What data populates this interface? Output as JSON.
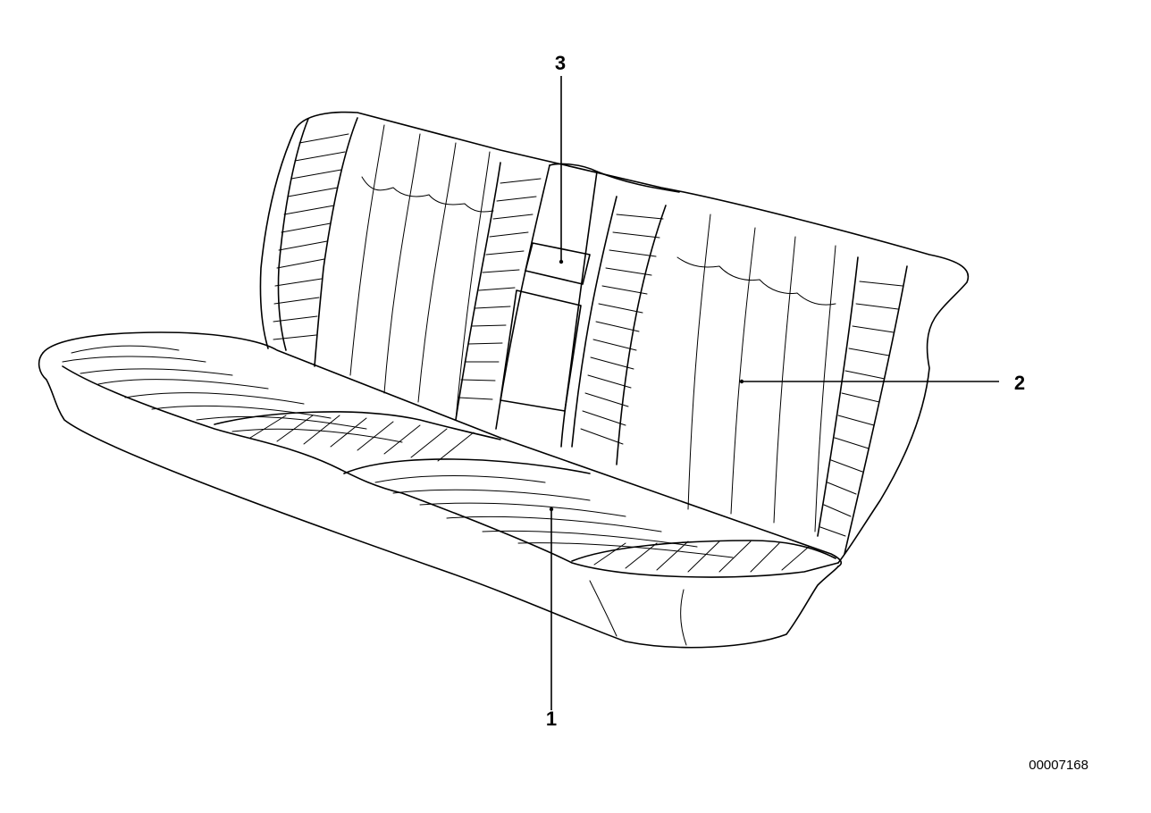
{
  "diagram": {
    "callouts": [
      {
        "id": "1",
        "label": "1",
        "part": "seat-cushion"
      },
      {
        "id": "2",
        "label": "2",
        "part": "backrest"
      },
      {
        "id": "3",
        "label": "3",
        "part": "center-armrest-panel"
      }
    ],
    "drawing_number": "00007168"
  }
}
